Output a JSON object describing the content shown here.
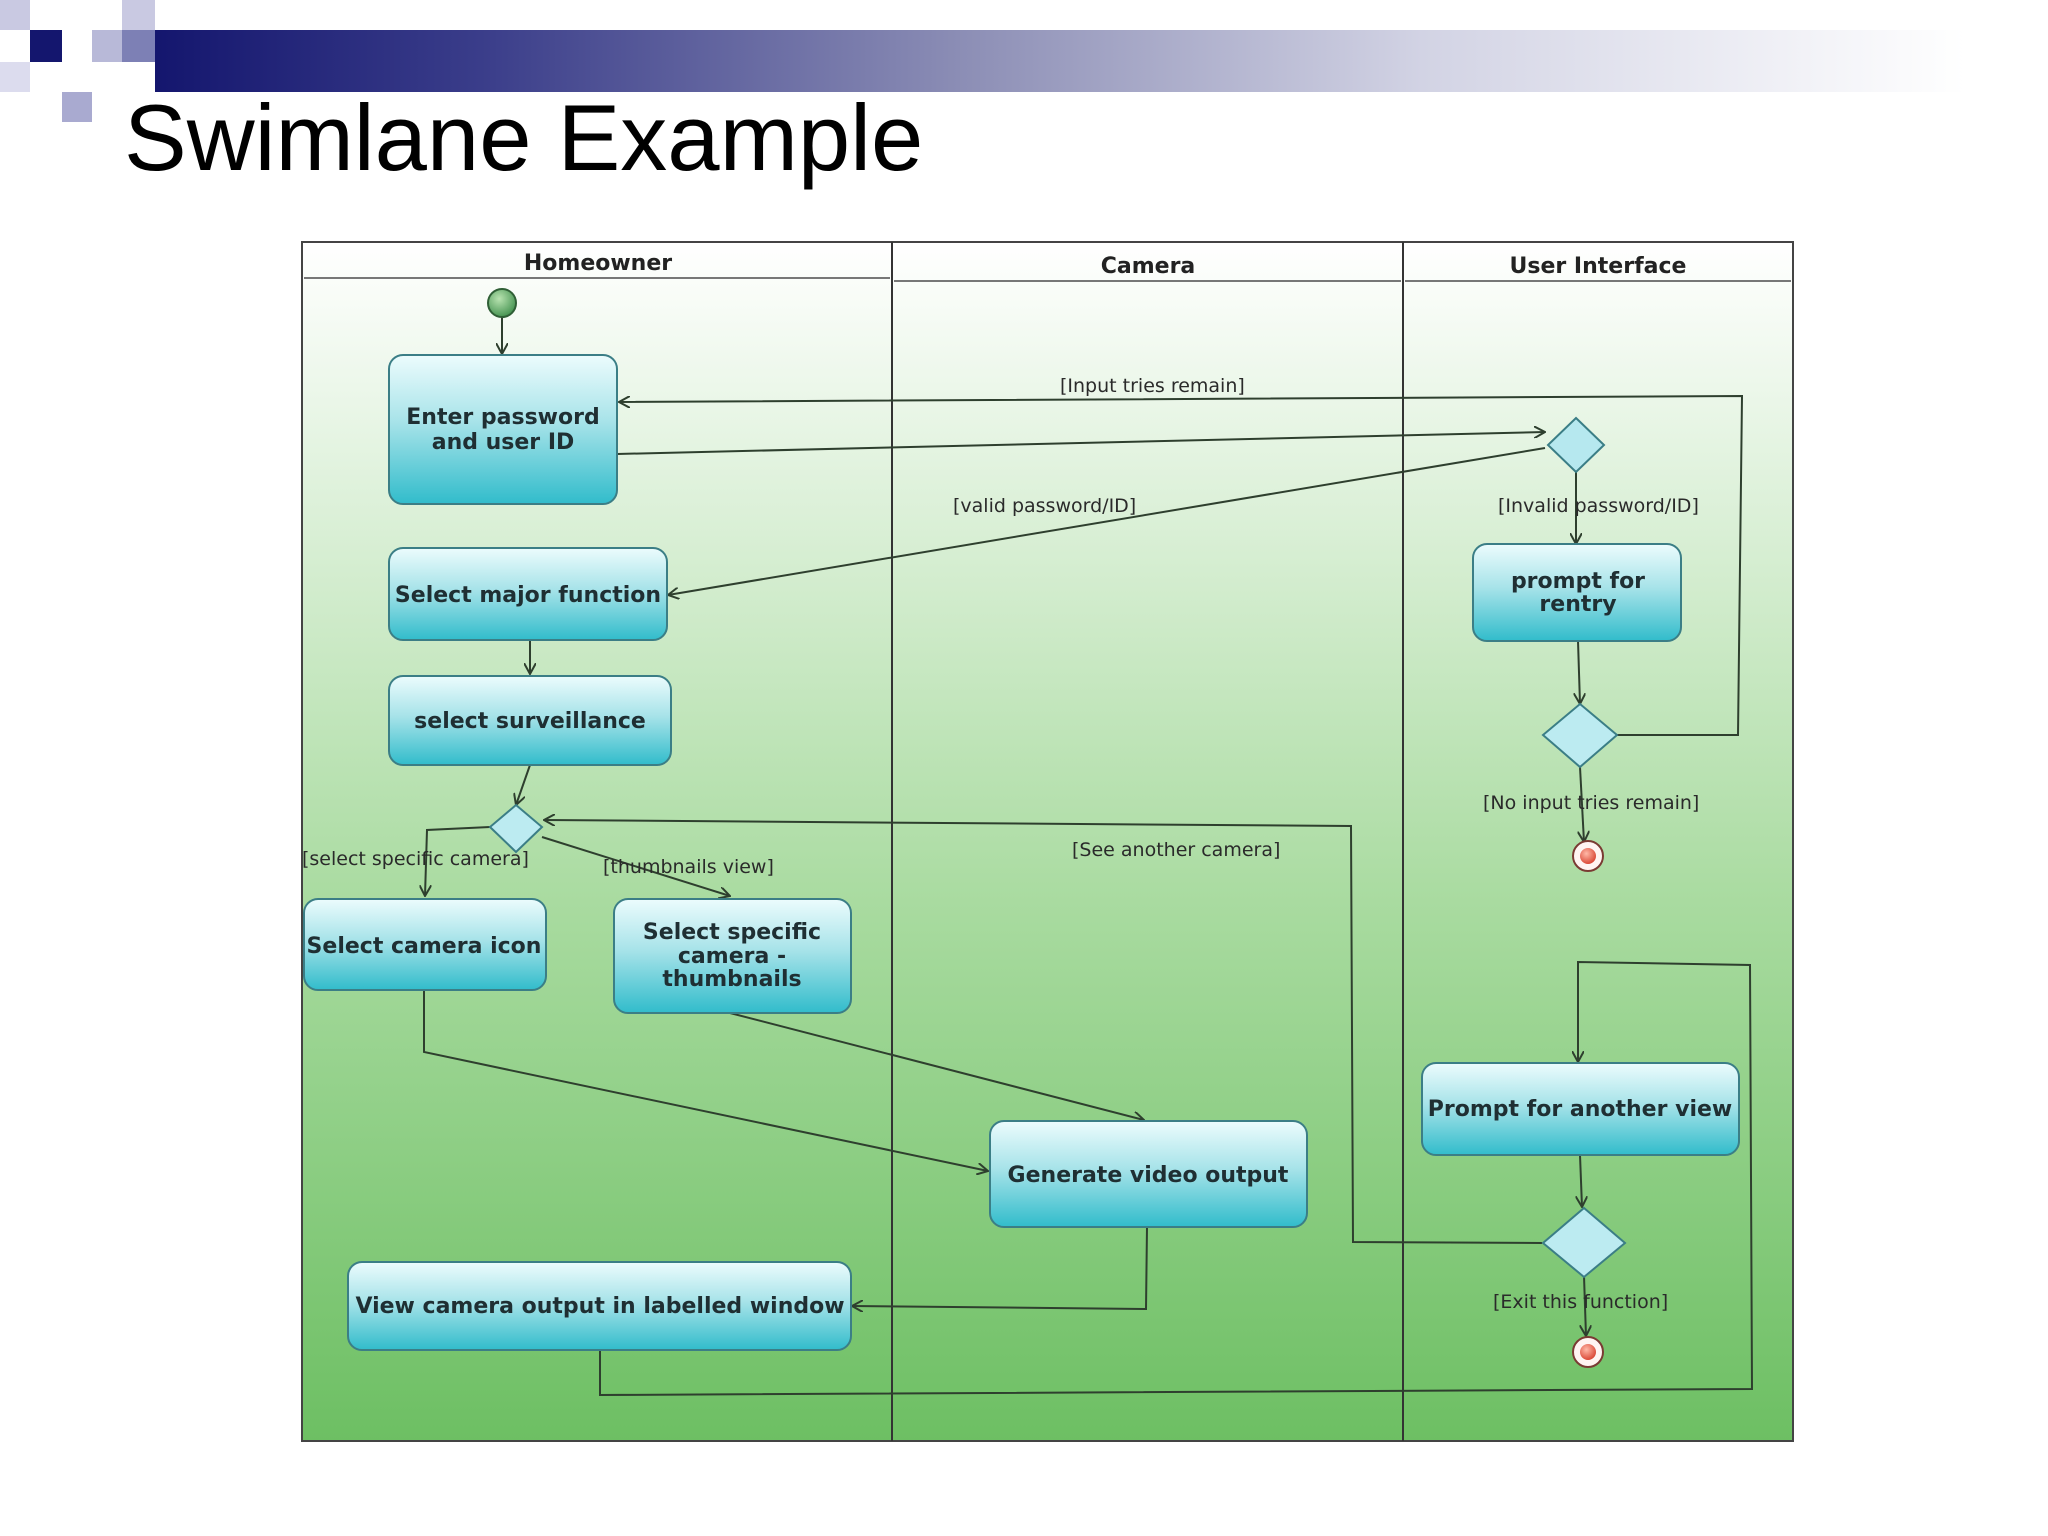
{
  "slide": {
    "title": "Swimlane Example"
  },
  "lanes": [
    {
      "id": "homeowner",
      "label": "Homeowner"
    },
    {
      "id": "camera",
      "label": "Camera"
    },
    {
      "id": "ui",
      "label": "User Interface"
    }
  ],
  "nodes": {
    "enter_password": [
      "Enter password",
      "and user ID"
    ],
    "select_major": [
      "Select major function"
    ],
    "select_surveillance": [
      "select surveillance"
    ],
    "select_camera_icon": [
      "Select camera icon"
    ],
    "select_thumbnails": [
      "Select specific",
      "camera -",
      "thumbnails"
    ],
    "generate_video": [
      "Generate video output"
    ],
    "view_output": [
      "View camera output in labelled window"
    ],
    "prompt_reentry": [
      "prompt for",
      "rentry"
    ],
    "prompt_another": [
      "Prompt for another view"
    ]
  },
  "guards": {
    "input_tries_remain": "[Input tries remain]",
    "valid_password": "[valid password/ID]",
    "invalid_password": "[Invalid password/ID]",
    "no_input_tries": "[No input tries remain]",
    "select_specific_camera": "[select specific camera]",
    "thumbnails_view": "[thumbnails view]",
    "see_another_camera": "[See another camera]",
    "exit_function": "[Exit this function]"
  },
  "colors": {
    "title_gradient_start": "#14166e",
    "lane_green_top": "#ffffff",
    "lane_green_bottom": "#6dbf63",
    "node_top": "#e9fbfc",
    "node_bottom": "#33bfcc"
  }
}
